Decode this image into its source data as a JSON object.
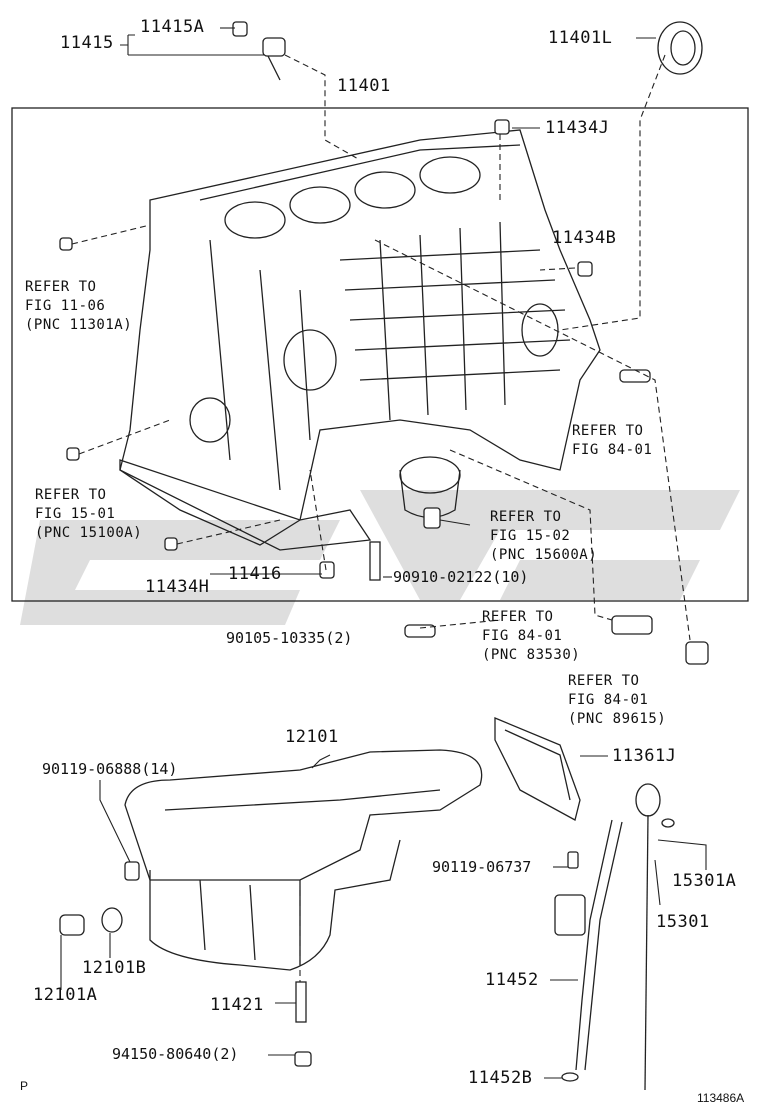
{
  "colors": {
    "line": "#222222",
    "watermark": "#dedede",
    "background": "#ffffff"
  },
  "callouts": {
    "p11415": "11415",
    "p11415A": "11415A",
    "p11401L": "11401L",
    "p11401": "11401",
    "p11434J": "11434J",
    "p11434B": "11434B",
    "p11434H": "11434H",
    "p11416": "11416",
    "p90910": "90910-02122(10)",
    "p90105": "90105-10335(2)",
    "p12101": "12101",
    "p90119_06888": "90119-06888(14)",
    "p11361J": "11361J",
    "p90119_06737": "90119-06737",
    "p15301A": "15301A",
    "p15301": "15301",
    "p12101B": "12101B",
    "p12101A": "12101A",
    "p11452": "11452",
    "p11421": "11421",
    "p94150": "94150-80640(2)",
    "p11452B": "11452B"
  },
  "references": {
    "r1": [
      "REFER TO",
      "FIG 11-06",
      "(PNC 11301A)"
    ],
    "r2": [
      "REFER TO",
      "FIG 84-01"
    ],
    "r3": [
      "REFER TO",
      "FIG 15-01",
      "(PNC 15100A)"
    ],
    "r4": [
      "REFER TO",
      "FIG 15-02",
      "(PNC 15600A)"
    ],
    "r5": [
      "REFER TO",
      "FIG 84-01",
      "(PNC 83530)"
    ],
    "r6": [
      "REFER TO",
      "FIG 84-01",
      "(PNC 89615)"
    ]
  },
  "footer": {
    "left_mark": "P",
    "figure_id": "113486A"
  }
}
